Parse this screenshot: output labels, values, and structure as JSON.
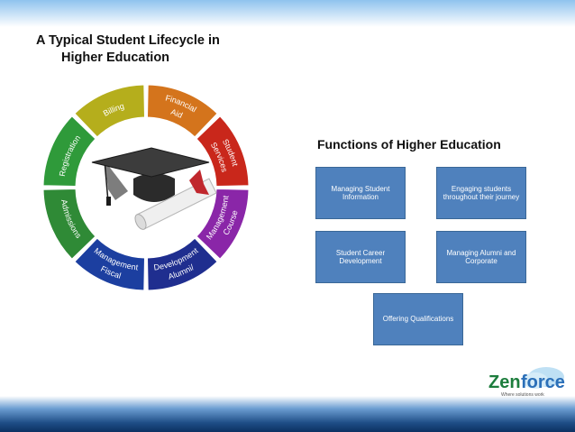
{
  "title": {
    "line1": "A Typical Student Lifecycle in",
    "line2": "Higher  Education"
  },
  "lifecycle": {
    "segments": [
      {
        "label": "Financial Aid",
        "color": "#d4741c"
      },
      {
        "label": "Student Services",
        "color": "#c9271b"
      },
      {
        "label": "Course Management",
        "color": "#8a26a8"
      },
      {
        "label": "Alumni/ Development",
        "color": "#1f2e8f"
      },
      {
        "label": "Fiscal Management",
        "color": "#1c3fa0"
      },
      {
        "label": "Admissions",
        "color": "#2f8a36"
      },
      {
        "label": "Registration",
        "color": "#2f9a3a"
      },
      {
        "label": "Billing",
        "color": "#b5ae1c"
      }
    ],
    "center_icons": [
      "graduation-cap-icon",
      "diploma-scroll-icon"
    ]
  },
  "functions": {
    "title": "Functions of Higher Education",
    "boxes": [
      "Managing Student Information",
      "Engaging students throughout their journey",
      "Student Career Development",
      "Managing Alumni and Corporate",
      "Offering Qualifications"
    ],
    "box_color": "#4f81bd"
  },
  "logo": {
    "name": "Zenforce",
    "tagline": "Where solutions work"
  }
}
